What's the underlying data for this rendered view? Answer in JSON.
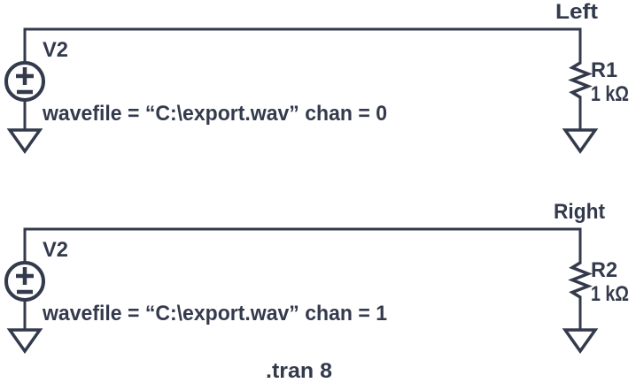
{
  "schematic": {
    "background_color": "#ffffff",
    "stroke_color": "#333a4c",
    "directive": ".tran 8",
    "circuits": [
      {
        "net_label": "Left",
        "source_label": "V2",
        "source_param": "wavefile = “C:\\export.wav” chan = 0",
        "resistor_label": "R1",
        "resistor_value": "1 kΩ"
      },
      {
        "net_label": "Right",
        "source_label": "V2",
        "source_param": "wavefile = “C:\\export.wav” chan = 1",
        "resistor_label": "R2",
        "resistor_value": "1 kΩ"
      }
    ]
  }
}
